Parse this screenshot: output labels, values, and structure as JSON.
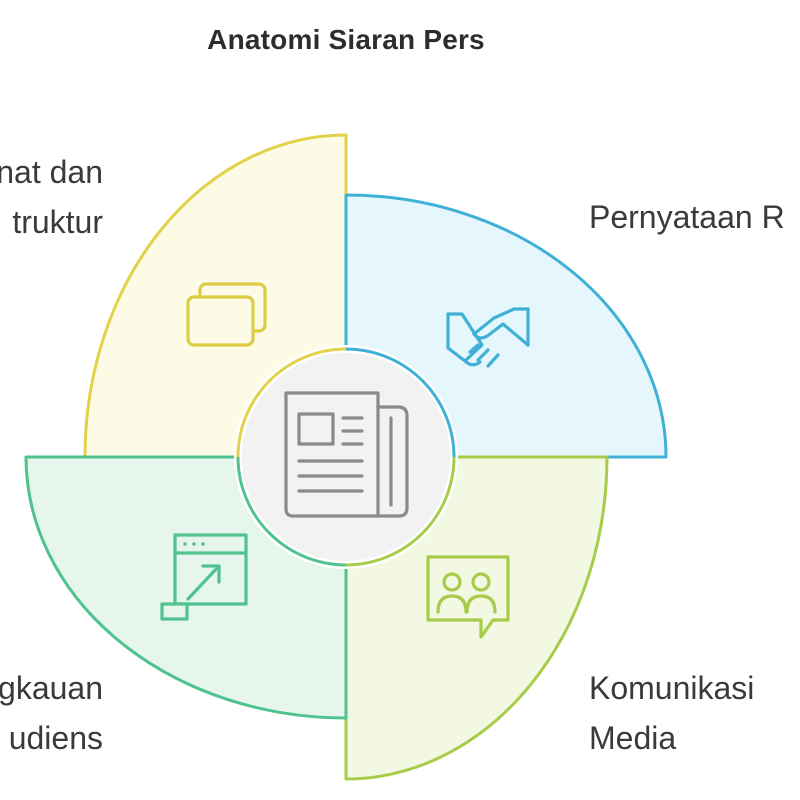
{
  "title": "Anatomi Siaran Pers",
  "center": {
    "icon": "newspaper-icon"
  },
  "segments": [
    {
      "id": "top-left",
      "lines": [
        "nat dan",
        "truktur"
      ],
      "icon": "documents-icon",
      "color": "#e2d24a",
      "fill": "#fdfbe6"
    },
    {
      "id": "top-right",
      "lines": [
        "Pernyataan R"
      ],
      "icon": "handshake-icon",
      "color": "#3fb0d6",
      "fill": "#e6f6fd"
    },
    {
      "id": "bottom-left",
      "lines": [
        "gkauan",
        "udiens"
      ],
      "icon": "browser-expand-icon",
      "color": "#4fc28f",
      "fill": "#e6f6ed"
    },
    {
      "id": "bottom-right",
      "lines": [
        "Komunikasi",
        "Media"
      ],
      "icon": "people-chat-icon",
      "color": "#a7cc4a",
      "fill": "#f2f8e2"
    }
  ]
}
